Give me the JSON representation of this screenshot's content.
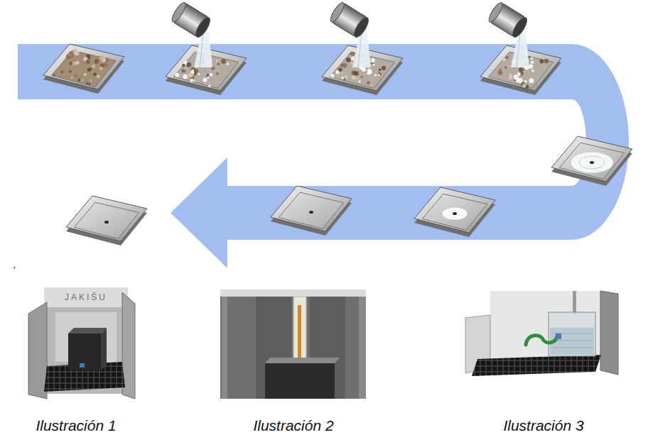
{
  "diagram": {
    "labels": [
      "JAKIŠU",
      ".",
      "Ilustración 1",
      "Ilustración 2",
      "Ilustración 3"
    ]
  }
}
